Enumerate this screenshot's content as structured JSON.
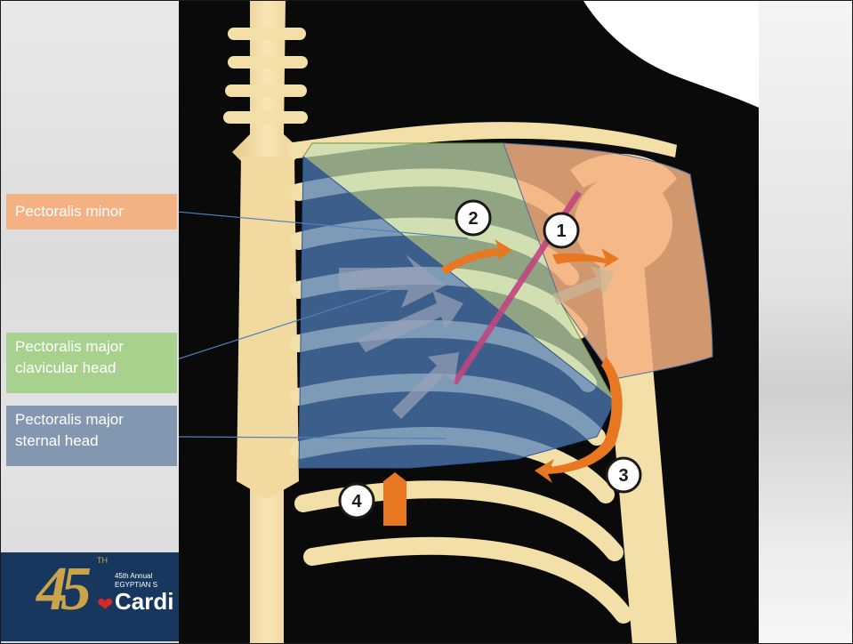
{
  "labels": {
    "pectoralis_minor": "Pectoralis minor",
    "pectoralis_major_clavicular_line1": "Pectoralis major",
    "pectoralis_major_clavicular_line2": "clavicular head",
    "pectoralis_major_sternal_line1": "Pectoralis  major",
    "pectoralis_major_sternal_line2": "sternal head"
  },
  "markers": [
    "1",
    "2",
    "3",
    "4"
  ],
  "logo": {
    "number": "45",
    "superscript": "TH",
    "line1": "45th Annual",
    "line2": "EGYPTIAN S",
    "line3": "Cardi"
  },
  "colors": {
    "pectoralis_minor": "#f4b183",
    "pectoralis_major_clavicular": "#a9d18e",
    "pectoralis_major_sternal": "#8497b0",
    "arrow": "#e87722",
    "bone": "#f3dfa8",
    "body": "#000000"
  },
  "icons": {
    "arrow_icon": "orange-curved-arrow",
    "heart_icon": "heart-icon"
  }
}
